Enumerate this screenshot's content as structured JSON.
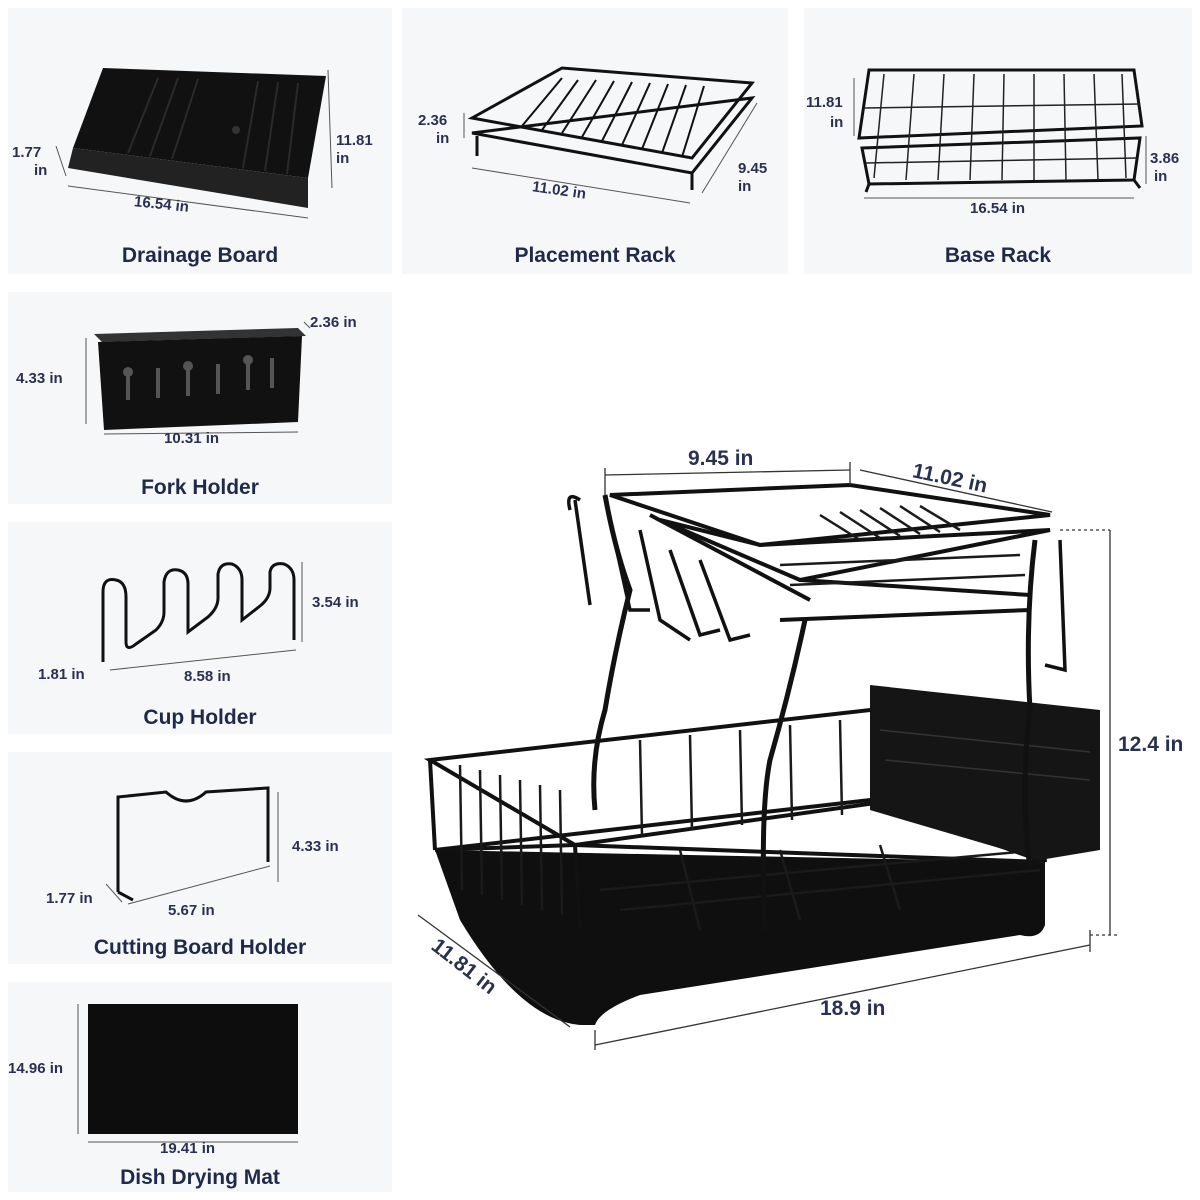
{
  "colors": {
    "product": "#111111",
    "panel_bg": "#f6f7f9",
    "caption": "#1f2a4a",
    "dim_line": "#333333"
  },
  "panels": {
    "drainage_board": {
      "caption": "Drainage Board",
      "height_a": "1.77",
      "height_b": "in",
      "width": "16.54 in",
      "depth_a": "11.81",
      "depth_b": "in"
    },
    "placement_rack": {
      "caption": "Placement Rack",
      "height_a": "2.36",
      "height_b": "in",
      "width": "11.02 in",
      "depth_a": "9.45",
      "depth_b": "in"
    },
    "base_rack": {
      "caption": "Base Rack",
      "depth_a": "11.81",
      "depth_b": "in",
      "width": "16.54 in",
      "height_a": "3.86",
      "height_b": "in"
    },
    "fork_holder": {
      "caption": "Fork Holder",
      "height": "4.33 in",
      "depth": "2.36 in",
      "width": "10.31 in"
    },
    "cup_holder": {
      "caption": "Cup Holder",
      "height": "3.54 in",
      "depth": "1.81 in",
      "width": "8.58 in"
    },
    "cutting_board_holder": {
      "caption": "Cutting Board Holder",
      "height": "4.33 in",
      "depth": "1.77 in",
      "width": "5.67 in"
    },
    "dish_drying_mat": {
      "caption": "Dish Drying Mat",
      "height": "14.96 in",
      "width": "19.41 in"
    }
  },
  "assembled": {
    "top_depth": "9.45 in",
    "top_width": "11.02 in",
    "height": "12.4 in",
    "base_depth": "11.81 in",
    "base_width": "18.9 in"
  }
}
